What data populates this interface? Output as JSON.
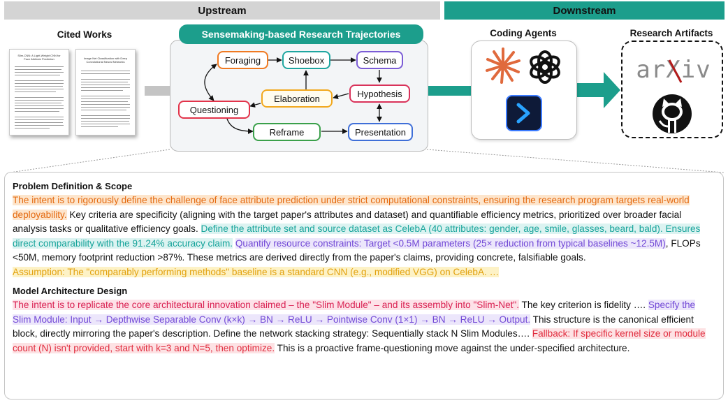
{
  "header": {
    "upstream": "Upstream",
    "downstream": "Downstream"
  },
  "columns": {
    "cited_works": "Cited Works",
    "coding_agents": "Coding Agents",
    "research_artifacts": "Research Artifacts"
  },
  "trajectories": {
    "title": "Sensemaking-based Research Trajectories",
    "nodes": {
      "foraging": "Foraging",
      "shoebox": "Shoebox",
      "schema": "Schema",
      "elaboration": "Elaboration",
      "hypothesis": "Hypothesis",
      "questioning": "Questioning",
      "reframe": "Reframe",
      "presentation": "Presentation"
    },
    "node_colors": {
      "foraging": "#f07a22",
      "shoebox": "#1fa6a0",
      "schema": "#7b5cd6",
      "elaboration": "#f2a81d",
      "hypothesis": "#d9325a",
      "questioning": "#e2334a",
      "reframe": "#3aa04a",
      "presentation": "#3f6fd8"
    }
  },
  "cited_papers": {
    "paper1_title": "Slim-CNN: A Light-Weight CNN for Face Attribute Prediction",
    "paper2_title": "Image Net Classification with Deep Convolutional Neural Networks"
  },
  "artifacts": {
    "arxiv_logo": "arXiv",
    "github_icon": "github-octocat-icon"
  },
  "agent_icons": [
    "claude-sunburst-icon",
    "openai-knot-icon",
    "cursor-chevron-icon"
  ],
  "sections": [
    {
      "heading": "Problem Definition & Scope",
      "segments": [
        {
          "text": "The intent is to rigorously define the challenge of face attribute prediction under strict computational constraints, ensuring the research program targets real-world deployability.",
          "style": "orange"
        },
        {
          "text": " Key criteria are specificity (aligning with the target paper's attributes and dataset) and quantifiable efficiency metrics, prioritized over broader facial analysis tasks or qualitative efficiency goals. ",
          "style": "plain"
        },
        {
          "text": "Define the attribute set and source dataset as CelebA (40 attributes: gender, age, smile, glasses, beard, bald). Ensures direct comparability with the 91.24% accuracy claim.",
          "style": "teal"
        },
        {
          "text": " ",
          "style": "plain"
        },
        {
          "text": "Quantify resource constraints: Target <0.5M parameters (25× reduction from typical baselines ~12.5M)",
          "style": "purple"
        },
        {
          "text": ", FLOPs <50M, memory footprint reduction >87%. These metrics are derived directly from the paper's claims, providing concrete, falsifiable goals.",
          "style": "plain"
        },
        {
          "text": "Assumption: The \"comparably performing methods\" baseline is a standard CNN (e.g., modified VGG) on CelebA. …",
          "style": "yellow",
          "block": true
        }
      ]
    },
    {
      "heading": "Model Architecture Design",
      "segments": [
        {
          "text": "The intent is to replicate the core architectural innovation claimed – the \"Slim Module\" – and its assembly into \"Slim-Net\".",
          "style": "pink"
        },
        {
          "text": " The key criterion is fidelity …. ",
          "style": "plain"
        },
        {
          "text": "Specify the Slim Module: Input → Depthwise Separable Conv (k×k) → BN → ReLU → Pointwise Conv (1×1) → BN → ReLU → Output.",
          "style": "purple"
        },
        {
          "text": " This structure is the canonical efficient block, directly mirroring the paper's description. Define the network stacking strategy: Sequentially stack N Slim Modules…. ",
          "style": "plain"
        },
        {
          "text": "Fallback: If specific kernel size or module count (N) isn't provided, start with k=3 and N=5, then optimize.",
          "style": "red"
        },
        {
          "text": " This is a proactive frame-questioning move against the under-specified architecture.",
          "style": "plain"
        }
      ]
    }
  ]
}
